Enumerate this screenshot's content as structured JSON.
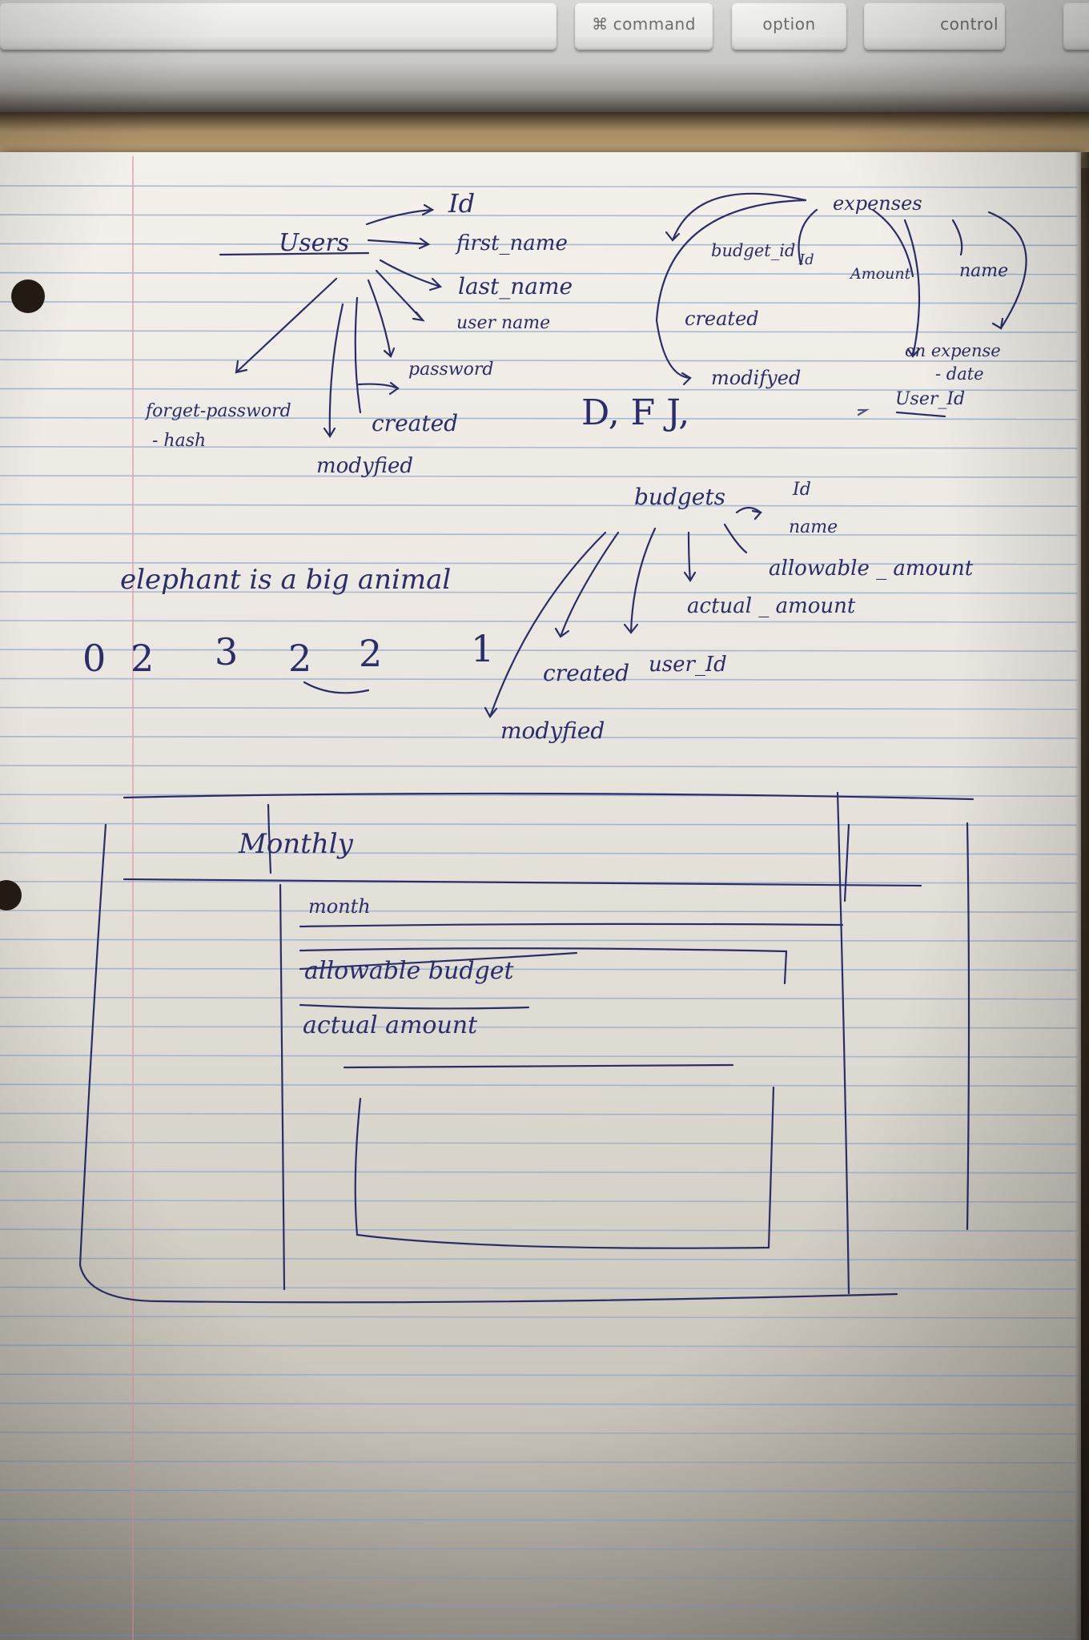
{
  "keyboard": {
    "command_symbol": "⌘",
    "command_label": "command",
    "option_label": "option",
    "control_label": "control"
  },
  "notes": {
    "users": {
      "title": "Users",
      "fields": [
        "Id",
        "first_name",
        "last_name",
        "user name",
        "password",
        "created",
        "modyfied"
      ],
      "forgot": [
        "forget-password",
        "- hash"
      ]
    },
    "expenses": {
      "title": "expenses",
      "budget_id_label": "budget_id",
      "id_label": "Id",
      "amount": "Amount",
      "name": "name",
      "created": "created",
      "modified": "modifyed",
      "expense_date": [
        "on expense",
        "- date"
      ],
      "user_id": "User_Id"
    },
    "dfj": "D, F J,",
    "budgets": {
      "title": "budgets",
      "fields": [
        "Id",
        "name",
        "allowable _ amount",
        "actual _ amount",
        "created",
        "user_Id",
        "modyfied"
      ]
    },
    "elephant": "elephant is a big animal",
    "numbers": [
      "0",
      "2",
      "3",
      "2",
      "2",
      "1"
    ],
    "wireframe": {
      "header": "Monthly",
      "month": "month",
      "allowable_struck": "allowable budget",
      "actual_amount": "actual amount"
    }
  },
  "colors": {
    "ink": "#2b2d6b",
    "paper": "#ebe9e2",
    "rule_line": "#8fa9cf",
    "margin_line": "#e3a5b0"
  }
}
